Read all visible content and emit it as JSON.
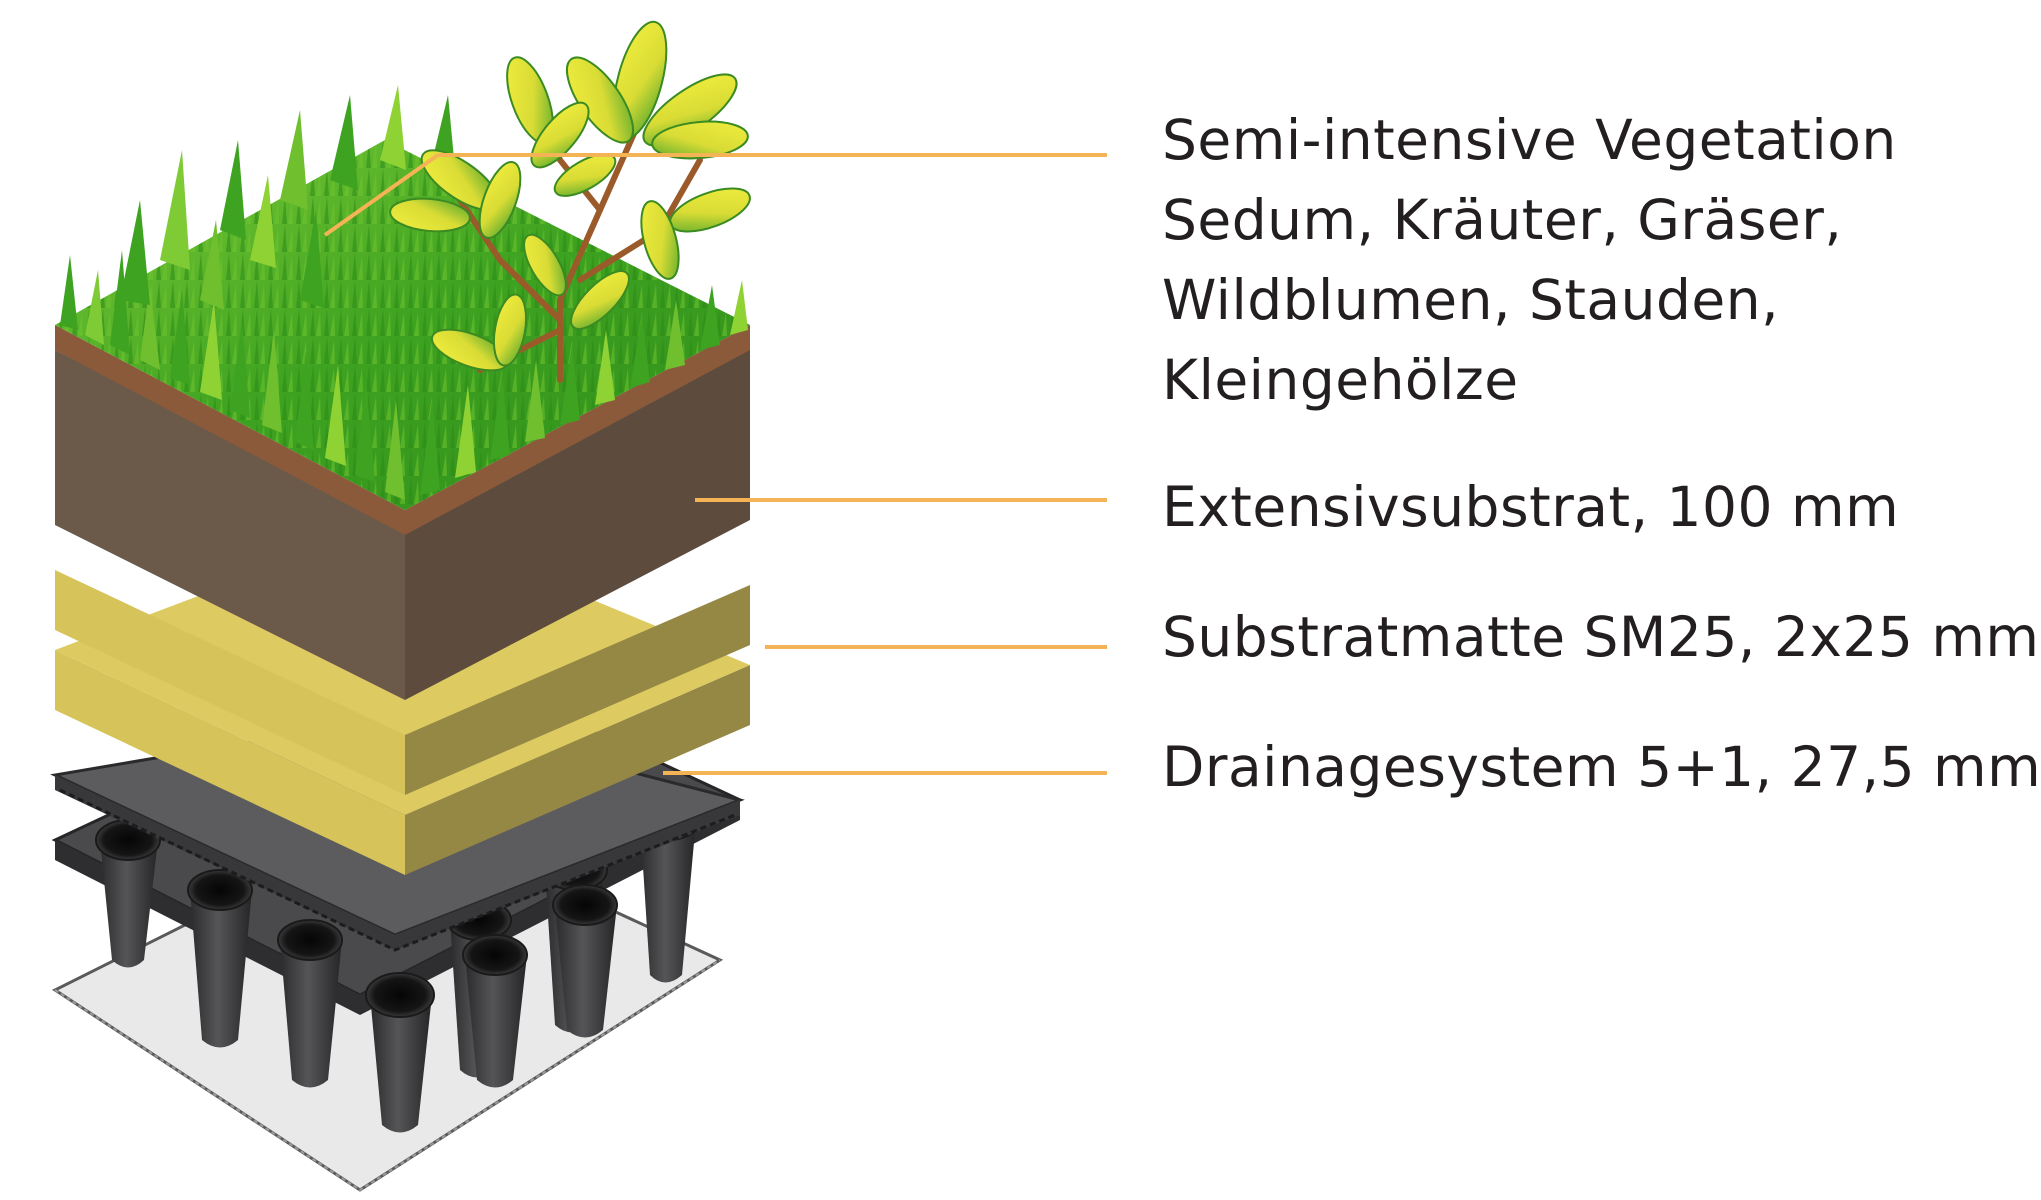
{
  "colors": {
    "leader_line": "#f4b455",
    "text": "#231f20",
    "grass": "#3ea321",
    "grass_light": "#8fd234",
    "soil_front": "#6b5949",
    "soil_side": "#5d4c3e",
    "soil_top_rim": "#8a5a3b",
    "mat_front": "#d6c35a",
    "mat_side": "#a89a45",
    "drain_sheet": "#5c5c5f",
    "drain_body": "#3b3b3d",
    "fleece": "#e7e7e7",
    "leaf_yellow": "#e6e23a",
    "leaf_green": "#4da52c",
    "stem": "#9b5a2a"
  },
  "illustration": {
    "vegetation_icon": "grass-and-shrub-icon",
    "soil_icon": "substrate-layer-icon",
    "mat_icon": "substrate-mat-icon",
    "drainage_icon": "drainage-board-icon",
    "fleece_icon": "protection-fleece-icon"
  },
  "layers": {
    "vegetation": {
      "line1": "Semi-intensive Vegetation",
      "line2": "Sedum, Kräuter, Gräser,",
      "line3": "Wildblumen, Stauden,",
      "line4": "Kleingehölze"
    },
    "substrate": {
      "text": "Extensivsubstrat, 100 mm"
    },
    "mat": {
      "text": "Substratmatte SM25, 2x25 mm"
    },
    "drainage": {
      "text": "Drainagesystem 5+1, 27,5 mm"
    }
  }
}
